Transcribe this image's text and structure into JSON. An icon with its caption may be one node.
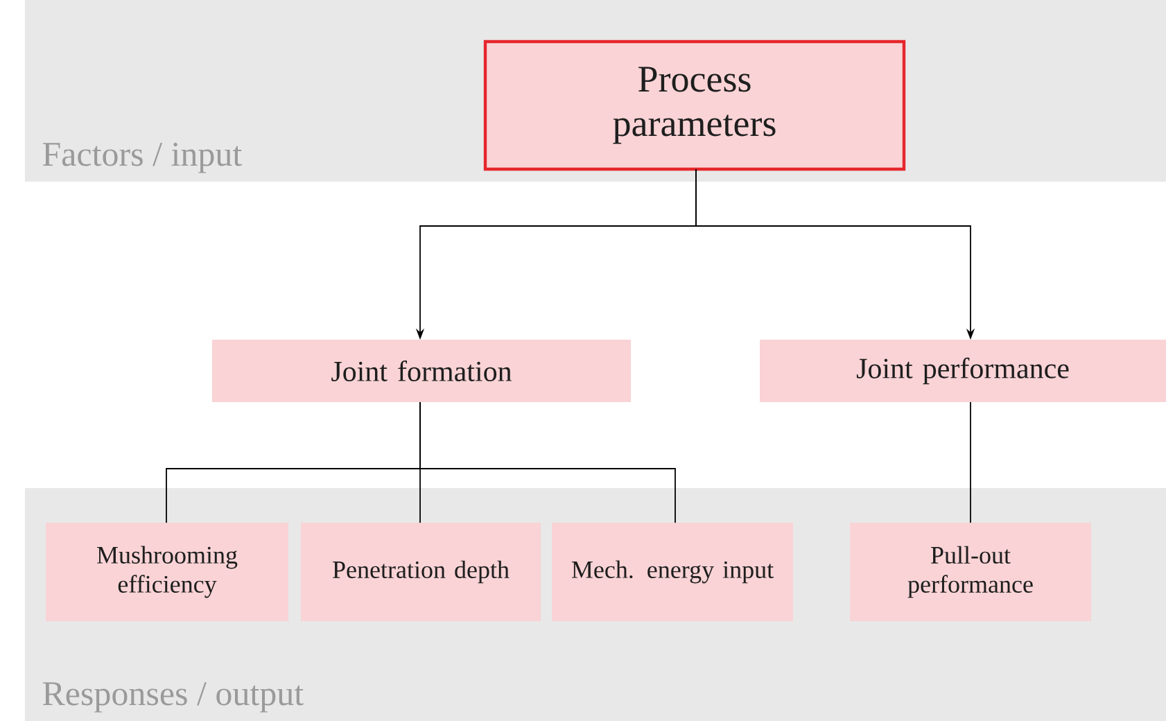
{
  "diagram": {
    "nodes": [
      {
        "text": [
          "Factors / input"
        ]
      },
      {
        "text": [
          "Process parameters"
        ],
        "in": 0
      },
      {
        "text": [
          "Joint formation"
        ]
      },
      {
        "text": [
          "Joint performance"
        ]
      },
      {
        "text": [
          "Responses / output"
        ]
      },
      {
        "text": [
          "Mushrooming efficiency"
        ],
        "in": 4
      },
      {
        "text": [
          "Penetration depth"
        ],
        "in": 4
      },
      {
        "text": [
          "Mech. energy input"
        ],
        "in": 4
      },
      {
        "text": [
          "Pull-out performance"
        ],
        "in": 4
      }
    ],
    "edges": [
      {
        "from": 1,
        "to": 2,
        "arrow": "to"
      },
      {
        "from": 1,
        "to": 3,
        "arrow": "to"
      },
      {
        "from": 2,
        "to": 5,
        "arrow": "none"
      },
      {
        "from": 2,
        "to": 6,
        "arrow": "none"
      },
      {
        "from": 2,
        "to": 7,
        "arrow": "none"
      },
      {
        "from": 3,
        "to": 8,
        "arrow": "none"
      }
    ]
  }
}
